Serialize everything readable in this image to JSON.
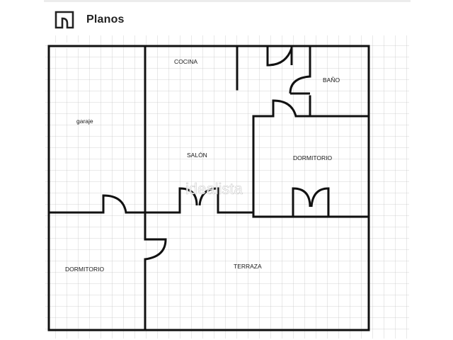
{
  "section": {
    "title": "Planos",
    "icon": "floor-plan-icon"
  },
  "floor_plan": {
    "rooms": {
      "cocina": "COCINA",
      "bano": "BAÑO",
      "garaje": "garaje",
      "salon": "SALÓN",
      "dormitorio_1": "DORMITORIO",
      "dormitorio_2": "DORMITORIO",
      "terraza": "TERRAZA"
    },
    "watermark": "idealista"
  },
  "colors": {
    "wall": "#111111",
    "grid": "#c8c8c8",
    "background": "#ffffff",
    "title": "#222222"
  }
}
